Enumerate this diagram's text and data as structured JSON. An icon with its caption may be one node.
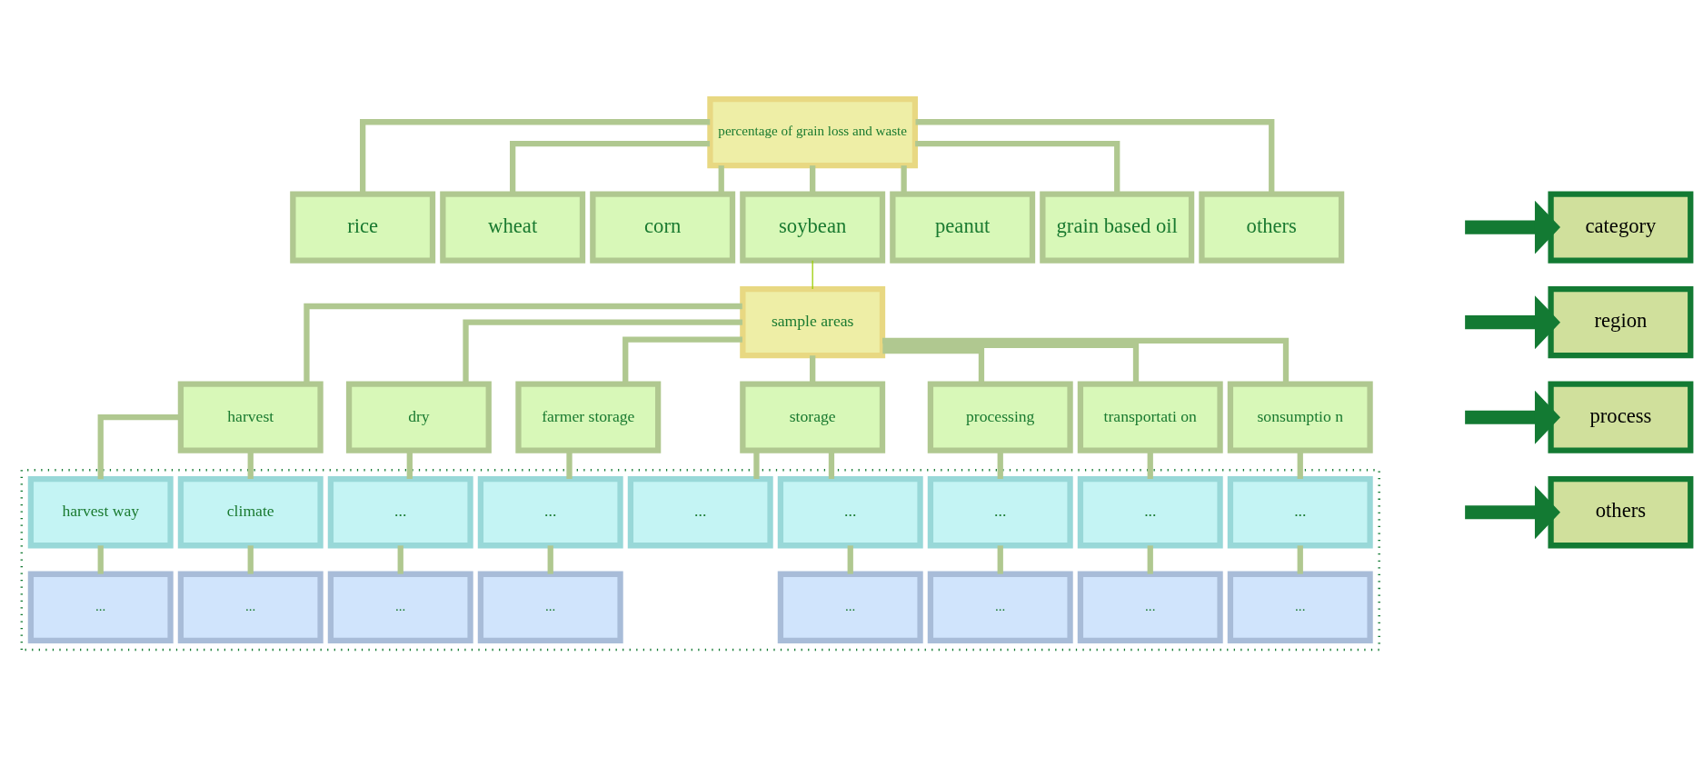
{
  "diagram": {
    "nodes": [
      {
        "text": [
          "percentage of grain loss and waste"
        ]
      },
      {
        "text": [
          "rice"
        ]
      },
      {
        "text": [
          "wheat"
        ]
      },
      {
        "text": [
          "corn"
        ]
      },
      {
        "text": [
          "soybean"
        ]
      },
      {
        "text": [
          "peanut"
        ]
      },
      {
        "text": [
          "grain based oil"
        ]
      },
      {
        "text": [
          "others"
        ]
      },
      {
        "text": [
          "sample areas"
        ]
      },
      {
        "text": [
          "harvest"
        ]
      },
      {
        "text": [
          "dry"
        ]
      },
      {
        "text": [
          "farmer storage"
        ]
      },
      {
        "text": [
          "storage"
        ]
      },
      {
        "text": [
          "processing"
        ]
      },
      {
        "text": [
          "transportati on"
        ]
      },
      {
        "text": [
          "sonsumptio n"
        ]
      },
      {
        "text": [],
        "shape": "box"
      },
      {
        "text": [
          "harvest way"
        ],
        "in": 16
      },
      {
        "text": [
          "climate"
        ],
        "in": 16
      },
      {
        "text": [
          "..."
        ],
        "in": 16
      },
      {
        "text": [
          "..."
        ],
        "in": 16
      },
      {
        "text": [
          "..."
        ],
        "in": 16
      },
      {
        "text": [
          "..."
        ],
        "in": 16
      },
      {
        "text": [
          "..."
        ],
        "in": 16
      },
      {
        "text": [
          "..."
        ],
        "in": 16
      },
      {
        "text": [
          "..."
        ],
        "in": 16
      },
      {
        "text": [
          "..."
        ],
        "in": 16
      },
      {
        "text": [
          "..."
        ],
        "in": 16
      },
      {
        "text": [
          "..."
        ],
        "in": 16
      },
      {
        "text": [
          "..."
        ],
        "in": 16
      },
      {
        "text": [
          "..."
        ],
        "in": 16
      },
      {
        "text": [
          "..."
        ],
        "in": 16
      },
      {
        "text": [
          "..."
        ],
        "in": 16
      },
      {
        "text": [
          "..."
        ],
        "in": 16
      },
      {
        "text": [
          "category"
        ]
      },
      {
        "text": [
          "region"
        ]
      },
      {
        "text": [
          "process"
        ]
      },
      {
        "text": [
          "others"
        ]
      }
    ],
    "edges": [
      {
        "from": 0,
        "to": 1,
        "arrow": "none"
      },
      {
        "from": 0,
        "to": 2,
        "arrow": "none"
      },
      {
        "from": 0,
        "to": 3,
        "arrow": "none"
      },
      {
        "from": 0,
        "to": 4,
        "arrow": "none"
      },
      {
        "from": 0,
        "to": 5,
        "arrow": "none"
      },
      {
        "from": 0,
        "to": 6,
        "arrow": "none"
      },
      {
        "from": 0,
        "to": 7,
        "arrow": "none"
      },
      {
        "from": 4,
        "to": 8,
        "arrow": "none",
        "color": "#99cc00"
      },
      {
        "from": 8,
        "to": 9,
        "arrow": "none"
      },
      {
        "from": 8,
        "to": 10,
        "arrow": "none"
      },
      {
        "from": 8,
        "to": 11,
        "arrow": "none"
      },
      {
        "from": 8,
        "to": 12,
        "arrow": "none"
      },
      {
        "from": 8,
        "to": 13,
        "arrow": "none"
      },
      {
        "from": 8,
        "to": 14,
        "arrow": "none"
      },
      {
        "from": 8,
        "to": 15,
        "arrow": "none"
      },
      {
        "from": 9,
        "to": 17,
        "arrow": "none"
      },
      {
        "from": 9,
        "to": 18,
        "arrow": "none"
      },
      {
        "from": 10,
        "to": 19,
        "arrow": "none"
      },
      {
        "from": 11,
        "to": 20,
        "arrow": "none"
      },
      {
        "from": 12,
        "to": 21,
        "arrow": "none"
      },
      {
        "from": 12,
        "to": 22,
        "arrow": "none"
      },
      {
        "from": 13,
        "to": 23,
        "arrow": "none"
      },
      {
        "from": 14,
        "to": 24,
        "arrow": "none"
      },
      {
        "from": 15,
        "to": 25,
        "arrow": "none"
      },
      {
        "from": 17,
        "to": 26,
        "arrow": "none"
      },
      {
        "from": 18,
        "to": 27,
        "arrow": "none"
      },
      {
        "from": 19,
        "to": 28,
        "arrow": "none"
      },
      {
        "from": 20,
        "to": 29,
        "arrow": "none"
      },
      {
        "from": 21,
        "to": 30,
        "arrow": "none"
      },
      {
        "from": 23,
        "to": 31,
        "arrow": "none"
      },
      {
        "from": 24,
        "to": 32,
        "arrow": "none"
      },
      {
        "from": 25,
        "to": 33,
        "arrow": "none"
      },
      {
        "from": null,
        "to": 34,
        "arrow": "to",
        "style": "thick",
        "color": "#137a33"
      },
      {
        "from": null,
        "to": 35,
        "arrow": "to",
        "style": "thick",
        "color": "#137a33"
      },
      {
        "from": null,
        "to": 36,
        "arrow": "to",
        "style": "thick",
        "color": "#137a33"
      },
      {
        "from": null,
        "to": 37,
        "arrow": "to",
        "style": "thick",
        "color": "#137a33"
      }
    ]
  }
}
